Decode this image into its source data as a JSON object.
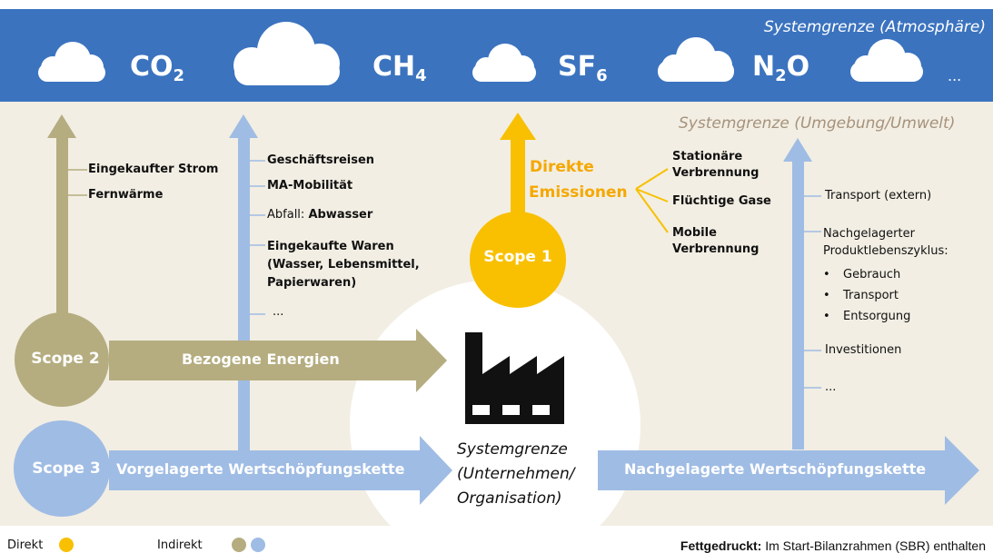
{
  "atmosphere": {
    "boundary_label": "Systemgrenze (Atmosphäre)",
    "gases": [
      {
        "base": "CO",
        "sub": "2"
      },
      {
        "base": "CH",
        "sub": "4"
      },
      {
        "base": "SF",
        "sub": "6"
      },
      {
        "base": "N",
        "sub": "2",
        "tail": "O"
      }
    ],
    "more": "..."
  },
  "environment_boundary": "Systemgrenze (Umgebung/Umwelt)",
  "scope1": {
    "label": "Scope 1",
    "arrow_label_line1": "Direkte",
    "arrow_label_line2": "Emissionen",
    "branches": [
      {
        "line1": "Stationäre",
        "line2": "Verbrennung"
      },
      {
        "line1": "Flüchtige Gase",
        "line2": ""
      },
      {
        "line1": "Mobile",
        "line2": "Verbrennung"
      }
    ]
  },
  "scope2": {
    "label": "Scope 2",
    "arrow_label": "Bezogene Energien",
    "items": [
      "Eingekaufter Strom",
      "Fernwärme"
    ]
  },
  "scope3": {
    "label": "Scope 3",
    "upstream_label": "Vorgelagerte Wertschöpfungskette",
    "downstream_label": "Nachgelagerte Wertschöpfungskette",
    "upstream_items": {
      "business_travel": "Geschäftsreisen",
      "employee_mobility": "MA-Mobilität",
      "waste_prefix": "Abfall: ",
      "waste_bold": "Abwasser",
      "goods_line1": "Eingekaufte Waren",
      "goods_line2": "(Wasser, Lebensmittel,",
      "goods_line3": "Papierwaren)",
      "more": "..."
    },
    "downstream_items": {
      "transport": "Transport (extern)",
      "lifecycle_line1": "Nachgelagerter",
      "lifecycle_line2": "Produktlebenszyklus:",
      "bullets": [
        "Gebrauch",
        "Transport",
        "Entsorgung"
      ],
      "investments": "Investitionen",
      "more": "..."
    }
  },
  "organisation": {
    "line1": "Systemgrenze",
    "line2": "(Unternehmen/",
    "line3": "Organisation)"
  },
  "legend": {
    "direct": "Direkt",
    "indirect": "Indirekt",
    "note_bold": "Fettgedruckt:",
    "note_text": " Im Start-Bilanzrahmen (SBR) enthalten"
  },
  "colors": {
    "atmosphere_band": "#3B73BF",
    "environment_bg": "#F2EEE3",
    "scope1": "#F8C000",
    "scope1_text": "#F5A800",
    "scope2": "#B5AD80",
    "scope3": "#9FBCE4",
    "environment_text": "#A6927C"
  }
}
